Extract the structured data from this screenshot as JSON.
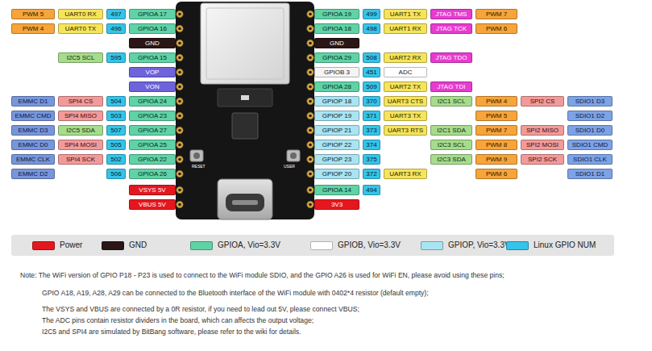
{
  "diagram": {
    "nodes": [
      {
        "text": [
          "PWM 5"
        ]
      },
      {
        "text": [
          "UART0 RX"
        ]
      },
      {
        "text": [
          "497"
        ]
      },
      {
        "text": [
          "GPIOA 17"
        ]
      },
      {
        "text": [
          "GPIOA 19"
        ]
      },
      {
        "text": [
          "499"
        ]
      },
      {
        "text": [
          "UART1 TX"
        ]
      },
      {
        "text": [
          "JTAG TMS"
        ]
      },
      {
        "text": [
          "PWM 7"
        ]
      },
      {
        "text": [
          "PWM 4"
        ]
      },
      {
        "text": [
          "UART0 TX"
        ]
      },
      {
        "text": [
          "496"
        ]
      },
      {
        "text": [
          "GPIOA 16"
        ]
      },
      {
        "text": [
          "GPIOA 18"
        ]
      },
      {
        "text": [
          "498"
        ]
      },
      {
        "text": [
          "UART1 RX"
        ]
      },
      {
        "text": [
          "JTAG TCK"
        ]
      },
      {
        "text": [
          "PWM 6"
        ]
      },
      {
        "text": [
          "GND"
        ]
      },
      {
        "text": [
          "GND"
        ]
      },
      {
        "text": [
          "I2C5 SCL"
        ]
      },
      {
        "text": [
          "595"
        ]
      },
      {
        "text": [
          "GPIOA 15"
        ]
      },
      {
        "text": [
          "GPIOA 29"
        ]
      },
      {
        "text": [
          "508"
        ]
      },
      {
        "text": [
          "UART2 RX"
        ]
      },
      {
        "text": [
          "JTAG TDO"
        ]
      },
      {
        "text": [
          "VOP"
        ]
      },
      {
        "text": [
          "GPIOB 3"
        ]
      },
      {
        "text": [
          "451"
        ]
      },
      {
        "text": [
          "ADC"
        ]
      },
      {
        "text": [
          "VON"
        ]
      },
      {
        "text": [
          "GPIOA 28"
        ]
      },
      {
        "text": [
          "509"
        ]
      },
      {
        "text": [
          "UART2 TX"
        ]
      },
      {
        "text": [
          "JTAG TDI"
        ]
      },
      {
        "text": [
          "EMMC D1"
        ]
      },
      {
        "text": [
          "SPI4 CS"
        ]
      },
      {
        "text": [
          "504"
        ]
      },
      {
        "text": [
          "GPIOA 24"
        ]
      },
      {
        "text": [
          "GPIOP 18"
        ]
      },
      {
        "text": [
          "370"
        ]
      },
      {
        "text": [
          "UART3 CTS"
        ]
      },
      {
        "text": [
          "I2C1 SCL"
        ]
      },
      {
        "text": [
          "PWM 4"
        ]
      },
      {
        "text": [
          "SPI2 CS"
        ]
      },
      {
        "text": [
          "SDIO1 D3"
        ]
      },
      {
        "text": [
          "EMMC CMD"
        ]
      },
      {
        "text": [
          "SPI4 MISO"
        ]
      },
      {
        "text": [
          "503"
        ]
      },
      {
        "text": [
          "GPIOA 23"
        ]
      },
      {
        "text": [
          "GPIOP 19"
        ]
      },
      {
        "text": [
          "371"
        ]
      },
      {
        "text": [
          "UART3 TX"
        ]
      },
      {
        "text": [
          "PWM 5"
        ]
      },
      {
        "text": [
          "SDIO1 D2"
        ]
      },
      {
        "text": [
          "EMMC D3"
        ]
      },
      {
        "text": [
          "I2C5 SDA"
        ]
      },
      {
        "text": [
          "507"
        ]
      },
      {
        "text": [
          "GPIOA 27"
        ]
      },
      {
        "text": [
          "GPIOP 21"
        ]
      },
      {
        "text": [
          "373"
        ]
      },
      {
        "text": [
          "UART3 RTS"
        ]
      },
      {
        "text": [
          "I2C1 SDA"
        ]
      },
      {
        "text": [
          "PWM 7"
        ]
      },
      {
        "text": [
          "SPI2 MISO"
        ]
      },
      {
        "text": [
          "SDIO1 D0"
        ]
      },
      {
        "text": [
          "EMMC D0"
        ]
      },
      {
        "text": [
          "SPI4 MOSI"
        ]
      },
      {
        "text": [
          "505"
        ]
      },
      {
        "text": [
          "GPIOA 25"
        ]
      },
      {
        "text": [
          "GPIOP 22"
        ]
      },
      {
        "text": [
          "374"
        ]
      },
      {
        "text": [
          "I2C3 SCL"
        ]
      },
      {
        "text": [
          "PWM 8"
        ]
      },
      {
        "text": [
          "SPI2 MOSI"
        ]
      },
      {
        "text": [
          "SDIO1 CMD"
        ]
      },
      {
        "text": [
          "EMMC CLK"
        ]
      },
      {
        "text": [
          "SPI4 SCK"
        ]
      },
      {
        "text": [
          "502"
        ]
      },
      {
        "text": [
          "GPIOA 22"
        ]
      },
      {
        "text": [
          "GPIOP 23"
        ]
      },
      {
        "text": [
          "375"
        ]
      },
      {
        "text": [
          "I2C3 SDA"
        ]
      },
      {
        "text": [
          "PWM 9"
        ]
      },
      {
        "text": [
          "SPI2 SCK"
        ]
      },
      {
        "text": [
          "SDIO1 CLK"
        ]
      },
      {
        "text": [
          "EMMC D2"
        ]
      },
      {
        "text": [
          "506"
        ]
      },
      {
        "text": [
          "GPIOA 26"
        ]
      },
      {
        "text": [
          "GPIOP 20"
        ]
      },
      {
        "text": [
          "372"
        ]
      },
      {
        "text": [
          "UART3 RX"
        ]
      },
      {
        "text": [
          "PWM 6"
        ]
      },
      {
        "text": [
          "SDIO1 D1"
        ]
      },
      {
        "text": [
          "VSYS 5V"
        ]
      },
      {
        "text": [
          "GPIOA 14"
        ]
      },
      {
        "text": [
          "494"
        ]
      },
      {
        "text": [
          "VBUS 5V"
        ]
      },
      {
        "text": [
          "3V3"
        ]
      }
    ],
    "labels": [
      "RESET",
      "USER",
      "Note: The WiFi version of GPIO P18 - P23 is used to connect to the WiFi module SDIO, and the GPIO A26 is used for WiFi EN, please avoid using these pins;",
      "GPIO A18, A19, A28, A29 can be connected to the Bluetooth interface of the WiFi module with 0402*4 resistor (default empty);",
      "The VSYS and VBUS are connected by a 0R resistor, if you need to lead out 5V, please connect VBUS;",
      "The ADC pins contain resistor dividers in the board, which can affects the output voltage;",
      "I2C5 and SPI4 are simulated by BitBang software, please refer to the wiki for details."
    ],
    "legend": [
      {
        "text": "Power",
        "color": "#e4171f"
      },
      {
        "text": "GND",
        "color": "#2a1616"
      },
      {
        "text": "GPIOA, Vio=3.3V",
        "color": "#5fd3a6"
      },
      {
        "text": "GPIOB, Vio=3.3V",
        "color": "#ffffff"
      },
      {
        "text": "GPIOP, Vio=3.3V",
        "color": "#a9e4f2"
      },
      {
        "text": "Linux GPIO NUM",
        "color": "#35c4ea"
      }
    ]
  }
}
